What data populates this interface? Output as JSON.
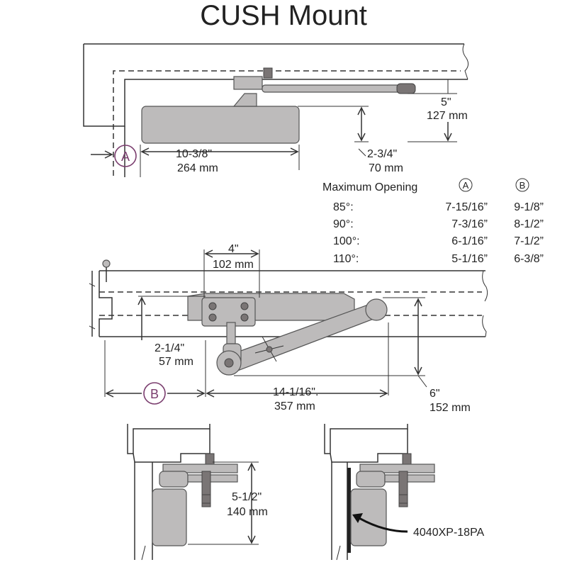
{
  "title": "CUSH Mount",
  "top_view": {
    "marker": "A",
    "width_in": "10-3/8\"",
    "width_mm": "264 mm",
    "height_in": "2-3/4\"",
    "height_mm": "70 mm",
    "offset_in": "5\"",
    "offset_mm": "127 mm"
  },
  "table": {
    "header": "Maximum Opening",
    "col_a": "A",
    "col_b": "B",
    "rows": [
      {
        "angle": "85°:",
        "a": "7-15/16”",
        "b": "9-1/8”"
      },
      {
        "angle": "90°:",
        "a": "7-3/16”",
        "b": "8-1/2”"
      },
      {
        "angle": "100°:",
        "a": "6-1/16”",
        "b": "7-1/2”"
      },
      {
        "angle": "110°:",
        "a": "5-1/16”",
        "b": "6-3/8”"
      }
    ]
  },
  "middle_view": {
    "marker": "B",
    "top_in": "4\"",
    "top_mm": "102 mm",
    "left_in": "2-1/4\"",
    "left_mm": "57 mm",
    "span_in": "14-1/16\".",
    "span_mm": "357 mm",
    "right_in": "6\"",
    "right_mm": "152 mm"
  },
  "bottom_views": {
    "height_in": "5-1/2\"",
    "height_mm": "140 mm",
    "part_label": "4040XP-18PA"
  },
  "colors": {
    "marker": "#7a3d6e",
    "metal": "#bdbbbb",
    "line": "#333333"
  }
}
